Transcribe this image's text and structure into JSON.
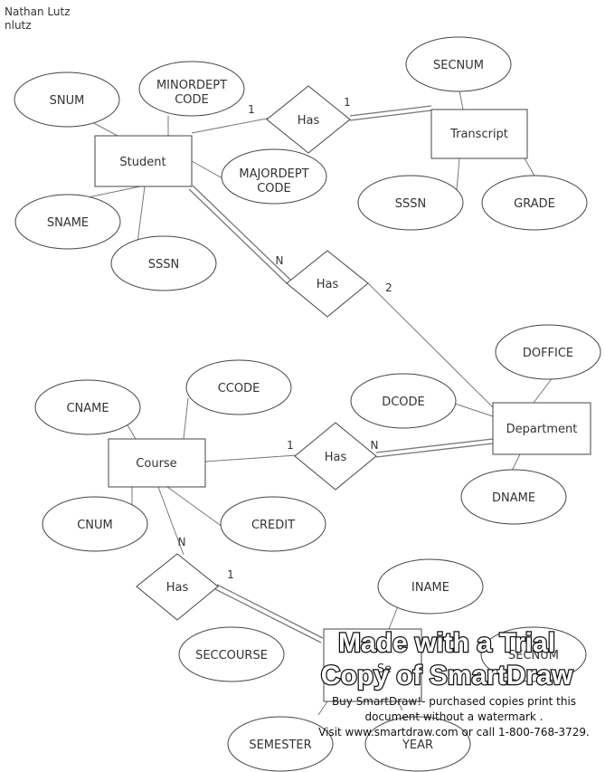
{
  "header": {
    "author_name": "Nathan Lutz",
    "author_id": "nlutz"
  },
  "entities": {
    "student": "Student",
    "transcript": "Transcript",
    "department": "Department",
    "course": "Course",
    "section": "Se"
  },
  "attributes": {
    "snum": "SNUM",
    "minordept_1": "MINORDEPT",
    "minordept_2": "CODE",
    "majordept_1": "MAJORDEPT",
    "majordept_2": "CODE",
    "sname": "SNAME",
    "student_sssn": "SSSN",
    "transcript_secnum": "SECNUM",
    "transcript_sssn": "SSSN",
    "grade": "GRADE",
    "doffice": "DOFFICE",
    "dcode": "DCODE",
    "dname": "DNAME",
    "cname": "CNAME",
    "ccode": "CCODE",
    "cnum": "CNUM",
    "credit": "CREDIT",
    "iname": "INAME",
    "seccourse": "SECCOURSE",
    "section_secnum": "SECNUM",
    "semester": "SEMESTER",
    "year": "YEAR"
  },
  "relationships": {
    "student_transcript": "Has",
    "student_department": "Has",
    "course_department": "Has",
    "course_section": "Has"
  },
  "cardinalities": {
    "st_student": "1",
    "st_transcript": "1",
    "sd_student": "N",
    "sd_department": "2",
    "cd_course": "1",
    "cd_department": "N",
    "cs_course": "N",
    "cs_section": "1"
  },
  "watermark": {
    "line1": "Made with a Trial",
    "line2": "Copy of SmartDraw",
    "line3": "Buy SmartDraw!- purchased copies print this",
    "line4": "document without a watermark .",
    "line5": "Visit www.smartdraw.com or call 1-800-768-3729."
  }
}
